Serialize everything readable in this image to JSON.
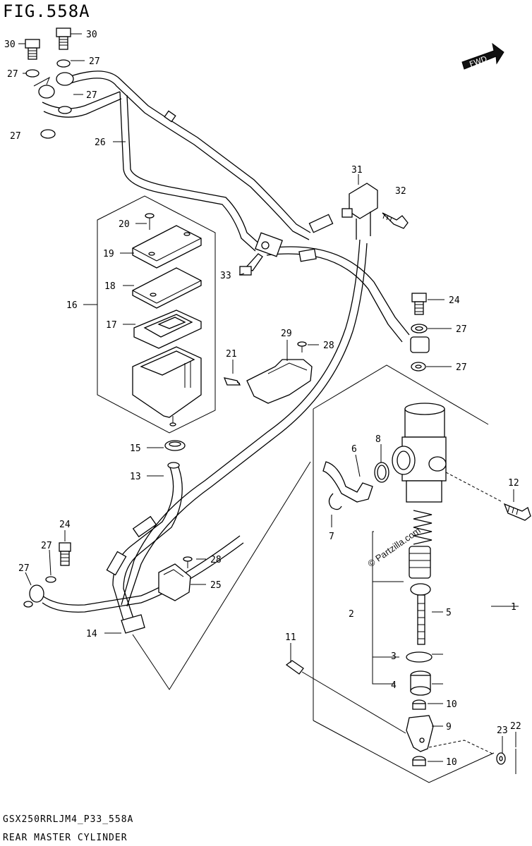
{
  "figure": {
    "title": "FIG.558A",
    "model_code": "GSX250RRLJM4_P33_558A",
    "caption": "REAR MASTER CYLINDER",
    "fwd_label": "FWD",
    "watermark": "© Partzilla.com"
  },
  "callouts": {
    "c1": "1",
    "c2": "2",
    "c3": "3",
    "c4": "4",
    "c5": "5",
    "c6": "6",
    "c7": "7",
    "c8": "8",
    "c9": "9",
    "c10a": "10",
    "c10b": "10",
    "c11": "11",
    "c12": "12",
    "c13": "13",
    "c14": "14",
    "c15": "15",
    "c16": "16",
    "c17": "17",
    "c18": "18",
    "c19": "19",
    "c20": "20",
    "c21": "21",
    "c22": "22",
    "c23": "23",
    "c24a": "24",
    "c24b": "24",
    "c25": "25",
    "c26": "26",
    "c27a": "27",
    "c27b": "27",
    "c27c": "27",
    "c27d": "27",
    "c27e": "27",
    "c27f": "27",
    "c27g": "27",
    "c27h": "27",
    "c28a": "28",
    "c28b": "28",
    "c29": "29",
    "c30a": "30",
    "c30b": "30",
    "c31": "31",
    "c32": "32",
    "c33": "33"
  }
}
